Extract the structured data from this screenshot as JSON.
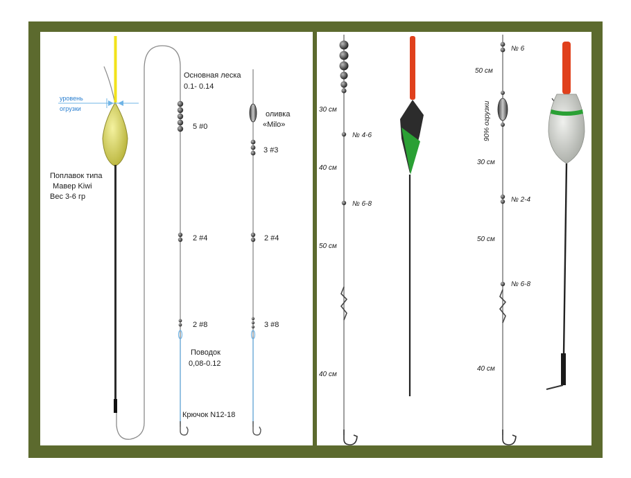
{
  "colors": {
    "frame": "#5c6a2e",
    "background": "#ffffff",
    "line": "#8a8a8a",
    "leader": "#6fb4e6",
    "float_body_yellow": "#d8d45a",
    "float_tip_red": "#e0401c",
    "float_body_green": "#2aa034",
    "float_body_grey": "#cfd1cc",
    "weight": "#2b2b2b"
  },
  "left_rig": {
    "float_name": "Поплавок типа",
    "float_model": "Мавер Kiwi",
    "float_weight": "Вес 3-6 гр",
    "load_level_line1": "уровень",
    "load_level_line2": "огрузки",
    "main_line_label": "Основная леска",
    "main_line_value": "0.1- 0.14",
    "olive_label": "оливка",
    "olive_name": "«Milo»",
    "leader_label": "Поводок",
    "leader_value": "0,08-0.12",
    "hook_label": "Крючок N12-18",
    "shot_a": [
      "5 #0",
      "2 #4",
      "2 #8"
    ],
    "shot_b": [
      "3 #3",
      "2 #4",
      "3 #8"
    ]
  },
  "right_rig_1": {
    "distances": [
      "30 см",
      "40 см",
      "50 см",
      "40 см"
    ],
    "shots": [
      "№ 4-6",
      "№ 6-8"
    ]
  },
  "right_rig_2": {
    "top_shot": "№ 6",
    "distances": [
      "50 см",
      "30 см",
      "50 см",
      "40 см"
    ],
    "load_note": "90% огрузки",
    "shots": [
      "№ 2-4",
      "№ 6-8"
    ]
  }
}
